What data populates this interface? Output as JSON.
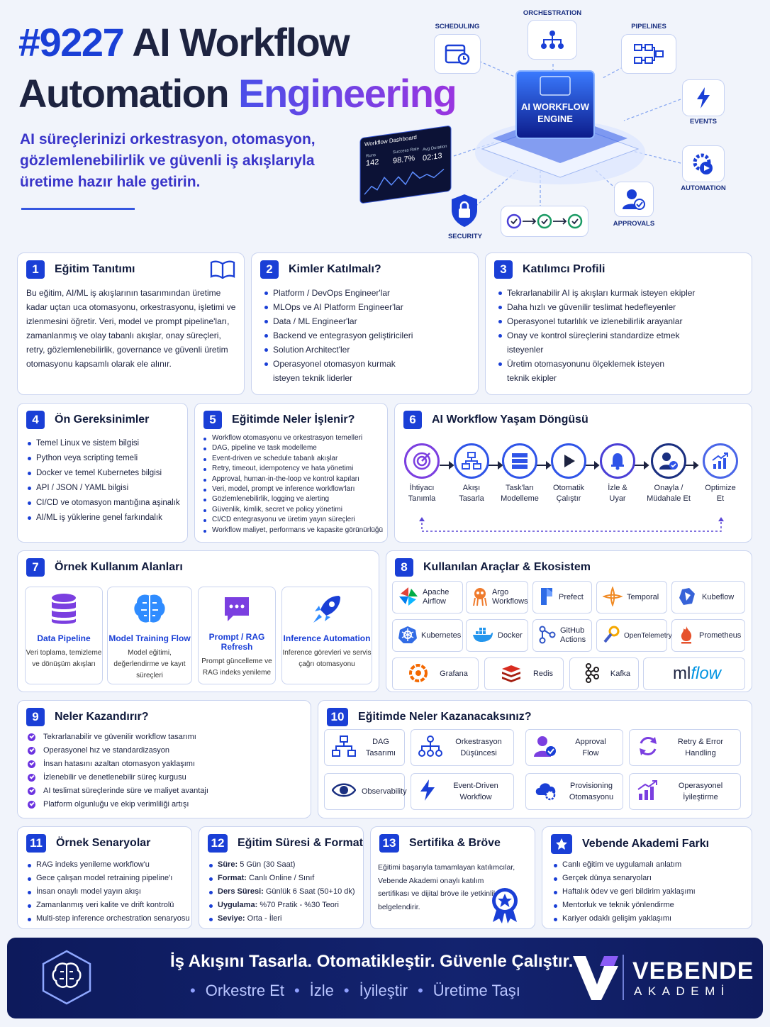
{
  "hero": {
    "number": "#9227",
    "title_line1_rest": "AI Workflow",
    "title_line2_a": "Automation",
    "title_line2_b": "Engineering",
    "subtitle": "AI süreçlerinizi orkestrasyon, otomasyon, gözlemlenebilirlik ve güvenli iş akışlarıyla üretime hazır hale getirin."
  },
  "diagram": {
    "engine_label_1": "AI WORKFLOW",
    "engine_label_2": "ENGINE",
    "nodes": [
      "SCHEDULING",
      "ORCHESTRATION",
      "PIPELINES",
      "EVENTS",
      "AUTOMATION",
      "APPROVALS",
      "SECURITY"
    ],
    "dashboard": {
      "title": "Workflow Dashboard",
      "runs_label": "Runs",
      "runs_value": "142",
      "success_label": "Success Rate",
      "success_value": "98.7%",
      "duration_label": "Avg Duration",
      "duration_value": "02:13"
    }
  },
  "s1": {
    "num": "1",
    "title": "Eğitim Tanıtımı",
    "body": "Bu eğitim, AI/ML iş akışlarının tasarımından üretime kadar uçtan uca otomasyonu, orkestrasyonu, işletimi ve izlenmesini öğretir. Veri, model ve prompt pipeline'ları, zamanlanmış ve olay tabanlı akışlar, onay süreçleri, retry, gözlemlenebilirlik, governance ve güvenli üretim otomasyonu kapsamlı olarak ele alınır."
  },
  "s2": {
    "num": "2",
    "title": "Kimler Katılmalı?",
    "items": [
      "Platform / DevOps Engineer'lar",
      "MLOps ve AI Platform Engineer'lar",
      "Data / ML Engineer'lar",
      "Backend ve entegrasyon geliştiricileri",
      "Solution Architect'ler",
      "Operasyonel otomasyon kurmak isteyen teknik liderler"
    ]
  },
  "s3": {
    "num": "3",
    "title": "Katılımcı Profili",
    "items": [
      "Tekrarlanabilir AI iş akışları kurmak isteyen ekipler",
      "Daha hızlı ve güvenilir teslimat hedefleyenler",
      "Operasyonel tutarlılık ve izlenebilirlik arayanlar",
      "Onay ve kontrol süreçlerini standardize etmek isteyenler",
      "Üretim otomasyonunu ölçeklemek isteyen teknik ekipler"
    ]
  },
  "s4": {
    "num": "4",
    "title": "Ön Gereksinimler",
    "items": [
      "Temel Linux ve sistem bilgisi",
      "Python veya scripting temeli",
      "Docker ve temel Kubernetes bilgisi",
      "API / JSON / YAML bilgisi",
      "CI/CD ve otomasyon mantığına aşinalık",
      "AI/ML iş yüklerine genel farkındalık"
    ]
  },
  "s5": {
    "num": "5",
    "title": "Eğitimde Neler İşlenir?",
    "items": [
      "Workflow otomasyonu ve orkestrasyon temelleri",
      "DAG, pipeline ve task modelleme",
      "Event-driven ve schedule tabanlı akışlar",
      "Retry, timeout, idempotency ve hata yönetimi",
      "Approval, human-in-the-loop ve kontrol kapıları",
      "Veri, model, prompt ve inference workflow'ları",
      "Gözlemlenebilirlik, logging ve alerting",
      "Güvenlik, kimlik, secret ve policy yönetimi",
      "CI/CD entegrasyonu ve üretim yayın süreçleri",
      "Workflow maliyet, performans ve kapasite görünürlüğü"
    ]
  },
  "s6": {
    "num": "6",
    "title": "AI Workflow Yaşam Döngüsü",
    "steps": [
      {
        "l1": "İhtiyacı",
        "l2": "Tanımla",
        "icon": "target-icon"
      },
      {
        "l1": "Akışı",
        "l2": "Tasarla",
        "icon": "flow-icon"
      },
      {
        "l1": "Task'ları",
        "l2": "Modelleme",
        "icon": "stack-icon"
      },
      {
        "l1": "Otomatik",
        "l2": "Çalıştır",
        "icon": "play-icon"
      },
      {
        "l1": "İzle &",
        "l2": "Uyar",
        "icon": "bell-icon"
      },
      {
        "l1": "Onayla /",
        "l2": "Müdahale Et",
        "icon": "user-check-icon"
      },
      {
        "l1": "Optimize",
        "l2": "Et",
        "icon": "chart-up-icon"
      }
    ]
  },
  "s7": {
    "num": "7",
    "title": "Örnek Kullanım Alanları",
    "cards": [
      {
        "title": "Data Pipeline",
        "desc": "Veri toplama, temizleme ve dönüşüm akışları",
        "icon": "database-icon"
      },
      {
        "title": "Model Training Flow",
        "desc": "Model eğitimi, değerlendirme ve kayıt süreçleri",
        "icon": "brain-icon"
      },
      {
        "title": "Prompt / RAG Refresh",
        "desc": "Prompt güncelleme ve RAG indeks yenileme",
        "icon": "chat-icon"
      },
      {
        "title": "Inference Automation",
        "desc": "Inference görevleri ve servis çağrı otomasyonu",
        "icon": "rocket-icon"
      }
    ]
  },
  "s8": {
    "num": "8",
    "title": "Kullanılan Araçlar & Ekosistem",
    "tools": [
      {
        "l1": "Apache",
        "l2": "Airflow",
        "color": "#e0443a"
      },
      {
        "l1": "Argo",
        "l2": "Workflows",
        "color": "#ef7b2d"
      },
      {
        "l1": "Prefect",
        "l2": "",
        "color": "#2e6be6"
      },
      {
        "l1": "Temporal",
        "l2": "",
        "color": "#f08a24"
      },
      {
        "l1": "Kubeflow",
        "l2": "",
        "color": "#3763d8"
      },
      {
        "l1": "Kubernetes",
        "l2": "",
        "color": "#326ce5"
      },
      {
        "l1": "Docker",
        "l2": "",
        "color": "#2496ed"
      },
      {
        "l1": "GitHub",
        "l2": "Actions",
        "color": "#2f55c7"
      },
      {
        "l1": "OpenTelemetry",
        "l2": "",
        "color": "#f5a800"
      },
      {
        "l1": "Prometheus",
        "l2": "",
        "color": "#e6522c"
      },
      {
        "l1": "Grafana",
        "l2": "",
        "color": "#f46800"
      },
      {
        "l1": "Redis",
        "l2": "",
        "color": "#d82c20"
      },
      {
        "l1": "Kafka",
        "l2": "",
        "color": "#231f20"
      },
      {
        "l1": "ml",
        "l2": "flow",
        "color": "#0194e2"
      }
    ]
  },
  "s9": {
    "num": "9",
    "title": "Neler Kazandırır?",
    "items": [
      "Tekrarlanabilir ve güvenilir workflow tasarımı",
      "Operasyonel hız ve standardizasyon",
      "İnsan hatasını azaltan otomasyon yaklaşımı",
      "İzlenebilir ve denetlenebilir süreç kurgusu",
      "AI teslimat süreçlerinde süre ve maliyet avantajı",
      "Platform olgunluğu ve ekip verimliliği artışı"
    ]
  },
  "s10": {
    "num": "10",
    "title": "Eğitimde Neler Kazanacaksınız?",
    "items": [
      {
        "l1": "DAG",
        "l2": "Tasarımı",
        "icon": "dag-icon"
      },
      {
        "l1": "Orkestrasyon",
        "l2": "Düşüncesi",
        "icon": "orchestration-icon"
      },
      {
        "l1": "Approval",
        "l2": "Flow",
        "icon": "approval-icon"
      },
      {
        "l1": "Retry & Error",
        "l2": "Handling",
        "icon": "retry-icon"
      },
      {
        "l1": "Observability",
        "l2": "",
        "icon": "eye-icon"
      },
      {
        "l1": "Event-Driven",
        "l2": "Workflow",
        "icon": "bolt-icon"
      },
      {
        "l1": "Provisioning",
        "l2": "Otomasyonu",
        "icon": "cloud-gear-icon"
      },
      {
        "l1": "Operasyonel",
        "l2": "İyileştirme",
        "icon": "improve-icon"
      }
    ]
  },
  "s11": {
    "num": "11",
    "title": "Örnek Senaryolar",
    "items": [
      "RAG indeks yenileme workflow'u",
      "Gece çalışan model retraining pipeline'ı",
      "İnsan onaylı model yayın akışı",
      "Zamanlanmış veri kalite ve drift kontrolü",
      "Multi-step inference orchestration senaryosu"
    ]
  },
  "s12": {
    "num": "12",
    "title": "Eğitim Süresi & Format",
    "rows": [
      {
        "k": "Süre:",
        "v": "5 Gün (30 Saat)"
      },
      {
        "k": "Format:",
        "v": "Canlı Online / Sınıf"
      },
      {
        "k": "Ders Süresi:",
        "v": "Günlük 6 Saat (50+10 dk)"
      },
      {
        "k": "Uygulama:",
        "v": "%70 Pratik - %30 Teori"
      },
      {
        "k": "Seviye:",
        "v": "Orta - İleri"
      }
    ]
  },
  "s13": {
    "num": "13",
    "title": "Sertifika & Bröve",
    "body": "Eğitimi başarıyla tamamlayan katılımcılar, Vebende Akademi onaylı katılım sertifikası ve dijital bröve ile yetkinliklerini belgelendirir."
  },
  "s14": {
    "title": "Vebende Akademi Farkı",
    "items": [
      "Canlı eğitim ve uygulamalı anlatım",
      "Gerçek dünya senaryoları",
      "Haftalık ödev ve geri bildirim yaklaşımı",
      "Mentorluk ve teknik yönlendirme",
      "Kariyer odaklı gelişim yaklaşımı"
    ]
  },
  "footer": {
    "headline": "İş Akışını Tasarla. Otomatikleştir. Güvenle Çalıştır.",
    "tags": [
      "Orkestre Et",
      "İzle",
      "İyileştir",
      "Üretime Taşı"
    ],
    "brand_1": "VEBENDE",
    "brand_2": "AKADEMİ"
  },
  "colors": {
    "primary": "#1a3fd6",
    "accent": "#7c3aed",
    "footer": "#0d1a5c"
  }
}
